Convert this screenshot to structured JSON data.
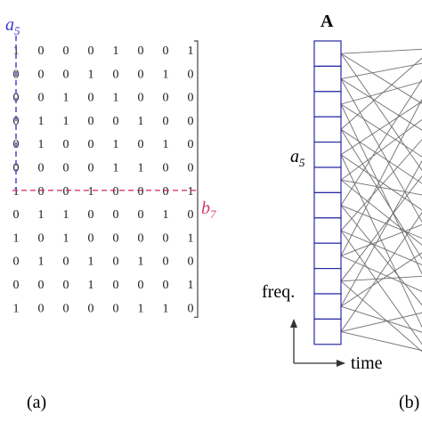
{
  "matrix": [
    [
      1,
      0,
      0,
      0,
      1,
      0,
      0,
      1
    ],
    [
      0,
      0,
      0,
      1,
      0,
      0,
      1,
      0
    ],
    [
      0,
      0,
      1,
      0,
      1,
      0,
      0,
      0
    ],
    [
      0,
      1,
      1,
      0,
      0,
      1,
      0,
      0
    ],
    [
      0,
      1,
      0,
      0,
      1,
      0,
      1,
      0
    ],
    [
      0,
      0,
      0,
      0,
      1,
      1,
      0,
      0
    ],
    [
      1,
      0,
      0,
      1,
      0,
      0,
      0,
      1
    ],
    [
      0,
      1,
      1,
      0,
      0,
      0,
      1,
      0
    ],
    [
      1,
      0,
      1,
      0,
      0,
      0,
      0,
      1
    ],
    [
      0,
      1,
      0,
      1,
      0,
      1,
      0,
      0
    ],
    [
      0,
      0,
      0,
      1,
      0,
      0,
      0,
      1
    ],
    [
      1,
      0,
      0,
      0,
      0,
      1,
      1,
      0
    ]
  ],
  "labels": {
    "column": {
      "base": "a",
      "sub": "5"
    },
    "row": {
      "base": "b",
      "sub": "7"
    },
    "node": {
      "base": "a",
      "sub": "5"
    },
    "array": "A",
    "freq": "freq.",
    "time": "time",
    "panel_a": "(a)",
    "panel_b": "(b)"
  },
  "highlight": {
    "column_index": 0,
    "row_index": 6,
    "node_index": 5
  },
  "colors": {
    "column_highlight": "#3a3acc",
    "row_highlight": "#d63a6a",
    "array_border": "#2a2aa8",
    "edges": "#6e6e6e"
  }
}
